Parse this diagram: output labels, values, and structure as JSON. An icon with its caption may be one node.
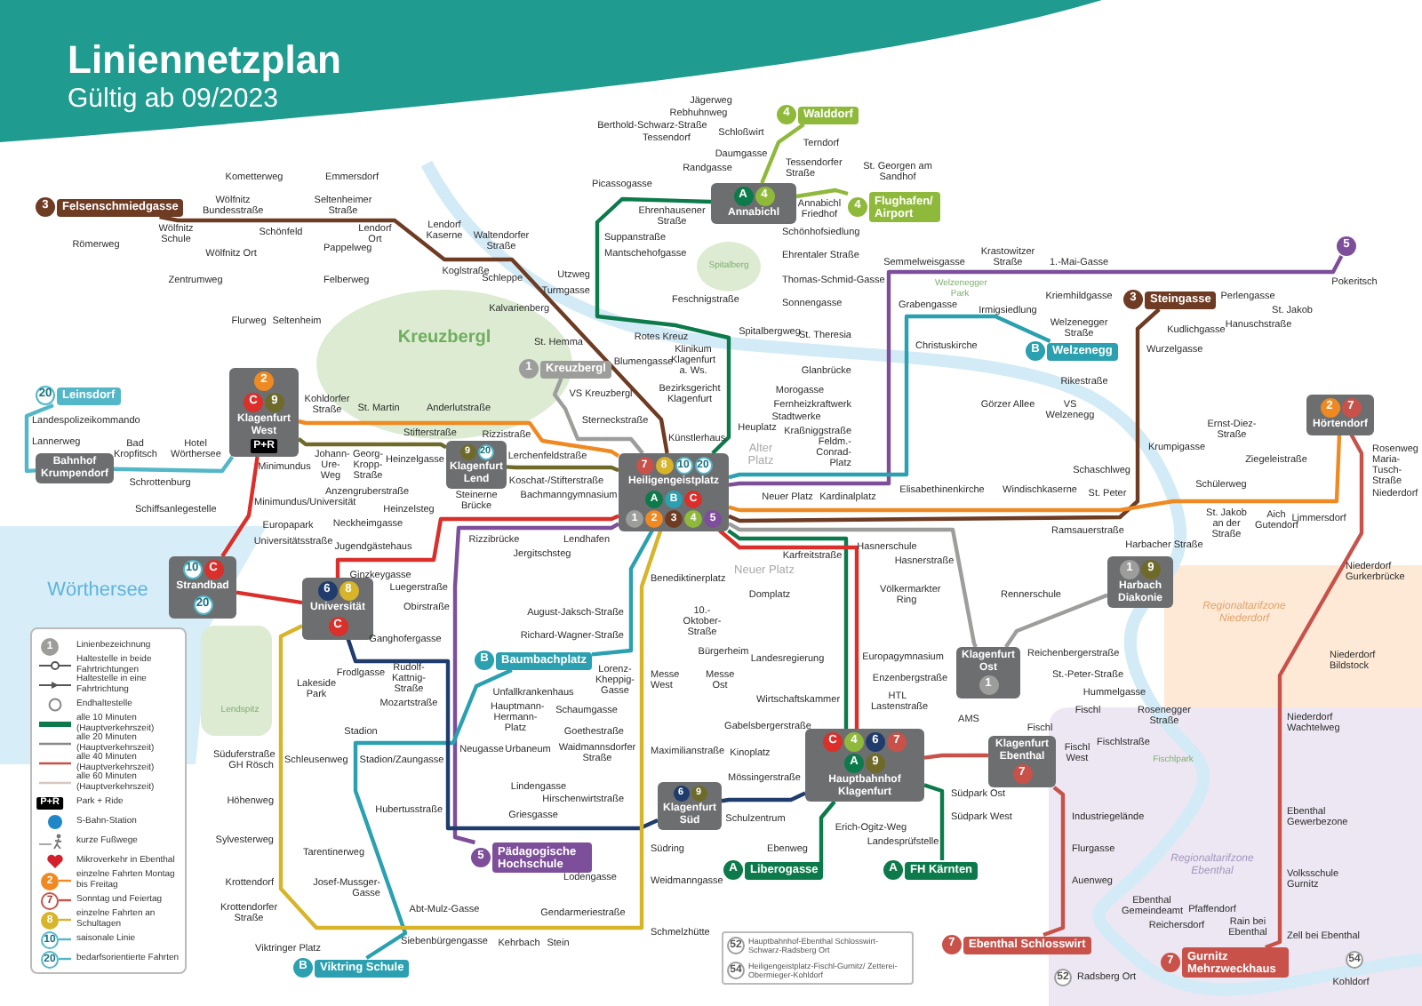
{
  "diagram": {
    "title": "Liniennetzplan",
    "nodes": [
      {
        "text": [
          "3",
          "Felsenschmiedgasse"
        ]
      },
      {
        "text": [
          "2",
          "C",
          "9",
          "Klagenfurt West",
          "P+R"
        ]
      },
      {
        "text": [
          "20",
          "Leinsdorf"
        ]
      },
      {
        "text": [
          "Bahnhof Krumpendorf"
        ]
      },
      {
        "text": [
          "1",
          "Kreuzbergl"
        ]
      },
      {
        "text": [
          "A",
          "4",
          "Annabichl"
        ]
      },
      {
        "text": [
          "4",
          "Walddorf"
        ]
      },
      {
        "text": [
          "4",
          "Flughafen/ Airport"
        ]
      },
      {
        "text": [
          "5"
        ]
      },
      {
        "text": [
          "3",
          "Steingasse"
        ]
      },
      {
        "text": [
          "B",
          "Welzenegg"
        ]
      },
      {
        "text": [
          "2",
          "7",
          "Hörtendorf"
        ]
      },
      {
        "text": [
          "7",
          "8",
          "10",
          "20",
          "Heiligengeistplatz",
          "A",
          "B",
          "C",
          "1",
          "2",
          "3",
          "4",
          "5"
        ]
      },
      {
        "text": [
          "9",
          "20",
          "Klagenfurt Lend"
        ]
      },
      {
        "text": [
          "10",
          "C",
          "Strandbad",
          "20"
        ]
      },
      {
        "text": [
          "6",
          "8",
          "Universität",
          "C"
        ]
      },
      {
        "text": [
          "B",
          "Baumbachplatz"
        ]
      },
      {
        "text": [
          "5",
          "Pädagogische Hochschule"
        ]
      },
      {
        "text": [
          "6",
          "9",
          "Klagenfurt Süd"
        ]
      },
      {
        "text": [
          "C",
          "4",
          "6",
          "7",
          "A",
          "9",
          "Hauptbahnhof Klagenfurt"
        ]
      },
      {
        "text": [
          "A",
          "Liberogasse"
        ]
      },
      {
        "text": [
          "A",
          "FH Kärnten"
        ]
      },
      {
        "text": [
          "B",
          "Viktring Schule"
        ]
      },
      {
        "text": [
          "1",
          "9",
          "Harbach Diakonie"
        ]
      },
      {
        "text": [
          "Klagenfurt Ost",
          "1"
        ]
      },
      {
        "text": [
          "Klagenfurt Ebenthal",
          "7"
        ]
      },
      {
        "text": [
          "7",
          "Ebenthal Schlosswirt"
        ]
      },
      {
        "text": [
          "7",
          "Gurnitz Mehrzweckhaus"
        ]
      }
    ],
    "edges": [
      {
        "from": 0,
        "to": 12,
        "arrow": "none",
        "color": "#6e3b23"
      },
      {
        "from": 12,
        "to": 9,
        "arrow": "none",
        "color": "#6e3b23"
      },
      {
        "from": 5,
        "to": 12,
        "arrow": "none",
        "color": "#0c7a4b"
      },
      {
        "from": 12,
        "to": 19,
        "arrow": "none",
        "color": "#0c7a4b"
      },
      {
        "from": 19,
        "to": 20,
        "arrow": "none",
        "color": "#0c7a4b"
      },
      {
        "from": 19,
        "to": 21,
        "arrow": "none",
        "color": "#0c7a4b"
      },
      {
        "from": 6,
        "to": 5,
        "arrow": "none",
        "color": "#8fb93a"
      },
      {
        "from": 7,
        "to": 5,
        "arrow": "none",
        "color": "#8fb93a"
      },
      {
        "from": 1,
        "to": 12,
        "arrow": "none",
        "color": "#ef8a22"
      },
      {
        "from": 12,
        "to": 11,
        "arrow": "none",
        "color": "#ef8a22"
      },
      {
        "from": 2,
        "to": 3,
        "arrow": "none",
        "color": "#54b7c8"
      },
      {
        "from": 3,
        "to": 1,
        "arrow": "none",
        "color": "#54b7c8"
      },
      {
        "from": 1,
        "to": 14,
        "arrow": "none",
        "color": "#da2f2a"
      },
      {
        "from": 14,
        "to": 15,
        "arrow": "none",
        "color": "#da2f2a"
      },
      {
        "from": 15,
        "to": 12,
        "arrow": "none",
        "color": "#da2f2a"
      },
      {
        "from": 12,
        "to": 19,
        "arrow": "none",
        "color": "#da2f2a"
      },
      {
        "from": 4,
        "to": 12,
        "arrow": "none",
        "color": "#9d9d9c"
      },
      {
        "from": 12,
        "to": 24,
        "arrow": "none",
        "color": "#9d9d9c"
      },
      {
        "from": 24,
        "to": 23,
        "arrow": "none",
        "color": "#9d9d9c"
      },
      {
        "from": 17,
        "to": 12,
        "arrow": "none",
        "color": "#7d4e9a"
      },
      {
        "from": 12,
        "to": 8,
        "arrow": "none",
        "color": "#7d4e9a"
      },
      {
        "from": 22,
        "to": 16,
        "arrow": "none",
        "color": "#2aa0b0"
      },
      {
        "from": 16,
        "to": 12,
        "arrow": "none",
        "color": "#2aa0b0"
      },
      {
        "from": 12,
        "to": 10,
        "arrow": "none",
        "color": "#2aa0b0"
      },
      {
        "from": 15,
        "to": 18,
        "arrow": "none",
        "color": "#1f3c6d"
      },
      {
        "from": 18,
        "to": 19,
        "arrow": "none",
        "color": "#1f3c6d"
      },
      {
        "from": 15,
        "to": 12,
        "arrow": "none",
        "color": "#d7b42a"
      },
      {
        "from": 19,
        "to": 25,
        "arrow": "none",
        "color": "#c8524a"
      },
      {
        "from": 25,
        "to": 26,
        "arrow": "none",
        "color": "#c8524a"
      },
      {
        "from": 27,
        "to": 11,
        "arrow": "none",
        "color": "#c8524a"
      },
      {
        "from": 1,
        "to": 13,
        "arrow": "none",
        "color": "#6e6b2a"
      },
      {
        "from": 13,
        "to": 12,
        "arrow": "none",
        "color": "#6e6b2a"
      }
    ],
    "labels": [
      "Gültig ab 09/2023",
      "Kometterweg",
      "Emmersdorf",
      "Wölfnitz Bundesstraße",
      "Seltenheimer Straße",
      "Römerweg",
      "Wölfnitz Schule",
      "Schönfeld",
      "Lendorf Ort",
      "Lendorf Kaserne",
      "Wölfnitz Ort",
      "Pappelweg",
      "Koglstraße",
      "Zentrumweg",
      "Felberweg",
      "Flurweg",
      "Seltenheim",
      "Waltendorfer Straße",
      "Schleppe",
      "Kalvarienberg",
      "St. Hemma",
      "Kreuzbergl",
      "Jägerweg",
      "Rebhuhnweg",
      "Berthold-Schwarz-Straße",
      "Schloßwirt",
      "Tessendorf",
      "Daumgasse",
      "Randgasse",
      "Terndorf",
      "Tessendorfer Straße",
      "St. Georgen am Sandhof",
      "Picassogasse",
      "Ehrenhausener Straße",
      "Annabichl Friedhof",
      "Schönhofsiedlung",
      "Suppanstraße",
      "Spitalberg",
      "Mantschehofgasse",
      "Ehrentaler Straße",
      "Utzweg",
      "Thomas-Schmid-Gasse",
      "Turmgasse",
      "Feschnigstraße",
      "Sonnengasse",
      "Rotes Kreuz",
      "Spitalbergweg",
      "Blumengasse",
      "Klinikum Klagenfurt a. Ws.",
      "VS Kreuzbergl",
      "Bezirksgericht Klagenfurt",
      "Morogasse",
      "Sterneckstraße",
      "Stadtwerke",
      "Heuplatz",
      "Rizzistraße",
      "Künstlerhaus",
      "Lerchenfeldstraße",
      "Alter Platz",
      "Feldm.-Conrad-Platz",
      "Semmelweisgasse",
      "Krastowitzer Straße",
      "1.-Mai-Gasse",
      "Pokeritsch",
      "Welzenegger Park",
      "Kriemhildgasse",
      "Perlengasse",
      "St. Jakob",
      "Grabengasse",
      "Irmigsiedlung",
      "Welzenegger Straße",
      "Hanuschstraße",
      "Kudlichgasse",
      "St. Theresia",
      "Christuskirche",
      "Wurzelgasse",
      "Glanbrücke",
      "Rikestraße",
      "Fernheizkraftwerk",
      "Görzer Allee",
      "VS Welzenegg",
      "Ernst-Diez-Straße",
      "Kraßniggstraße",
      "Krumpigasse",
      "Rosenweg",
      "Ziegeleistraße",
      "Schaschlweg",
      "Maria-Tusch-Straße",
      "Schülerweg",
      "Elisabethinenkirche",
      "Windischkaserne",
      "St. Peter",
      "Niederdorf",
      "Neuer Platz",
      "Kardinalplatz",
      "St. Jakob an der Straße",
      "Aich Gutendorf",
      "Limmersdorf",
      "Ramsauerstraße",
      "Neuer Platz",
      "Harbacher Straße",
      "Bachmanngymnasium",
      "Koschat-/Stifterstraße",
      "Steinerne Brücke",
      "Rizzibrücke",
      "Jergitschsteg",
      "Lendhafen",
      "Universitätsstraße",
      "Jugendgästehaus",
      "Ginzkeygasse",
      "Luegerstraße",
      "Wörthersee",
      "Obirstraße",
      "Benediktinerplatz",
      "Domplatz",
      "Völkermarkter Ring",
      "August-Jaksch-Straße",
      "10.-Oktober-Straße",
      "Richard-Wagner-Straße",
      "Ganghofergasse",
      "Bürgerheim",
      "Europagymnasium",
      "Landesregierung",
      "Frodlgasse",
      "Lorenz-Kheppig-Gasse",
      "Messe West",
      "Messe Ost",
      "Rudolf-Kattnig-Straße",
      "Enzenbergstraße",
      "Lakeside Park",
      "Lendspitz",
      "Unfallkrankenhaus",
      "Mozartstraße",
      "Wirtschaftskammer",
      "HTL Lastenstraße",
      "Schaumgasse",
      "Hauptmann-Hermann-Platz",
      "Gabelsbergerstraße",
      "Goethestraße",
      "Stadion",
      "Neugasse",
      "Urbaneum",
      "Waidmannsdorfer Straße",
      "Maximilianstraße",
      "Kinoplatz",
      "Süduferstraße GH Rösch",
      "Schleusenweg",
      "Stadion/Zaungasse",
      "Lindengasse",
      "Mössingerstraße",
      "Höhenweg",
      "Hirschenwirtstraße",
      "Hubertusstraße",
      "Schulzentrum",
      "Griesgasse",
      "Erich-Ogitz-Weg",
      "Landesprüfstelle",
      "Sylvesterweg",
      "Südring",
      "Ebenweg",
      "Tarentinerweg",
      "Lodengasse",
      "Weidmanngasse",
      "Krottendorf",
      "Josef-Mussger-Gasse",
      "Abt-Mulz-Gasse",
      "Krottendorfer Straße",
      "Gendarmeriestraße",
      "Schmelzhütte",
      "Siebenbürgengasse",
      "Kehrbach",
      "Stein",
      "Viktringer Platz",
      "Rennerschule",
      "Regionaltarifzone Niederdorf",
      "Niederdorf Gurkerbrücke",
      "Reichenbergerstraße",
      "Niederdorf Bildstock",
      "St.-Peter-Straße",
      "Hummelgasse",
      "AMS",
      "Fischl",
      "Rosenegger Straße",
      "Niederdorf Wachtelweg",
      "Fischl",
      "Fischlstraße",
      "Fischlpark",
      "Fischl West",
      "Südpark Ost",
      "Südpark West",
      "Industriegelände",
      "Ebenthal Gewerbezone",
      "Flurgasse",
      "Regionaltarifzone Ebenthal",
      "Volksschule Gurnitz",
      "Auenweg",
      "Ebenthal Gemeindeamt",
      "Pfaffendorf",
      "Reichersdorf",
      "Rain bei Ebenthal",
      "Zell bei Ebenthal",
      "52",
      "Radsberg Ort",
      "54",
      "Kohldorf",
      "52",
      "Hauptbahnhof-Ebenthal Schlosswirt-Schwarz-Radsberg Ort",
      "54",
      "Heiligengeistplatz-Fischl-Gurnitz/ Zetterei-Obermieger-Kohldorf",
      "1",
      "P+R",
      "2",
      "7",
      "8",
      "10",
      "20",
      "Landespolizeikommando",
      "Lannerweg",
      "Bad Kropfitsch",
      "Hotel Wörthersee",
      "Schrottenburg",
      "Kohldorfer Straße",
      "St. Martin",
      "Anderlutstraße",
      "Stifterstraße",
      "Minimundus",
      "Johann-Ure-Weg",
      "Georg-Kropp-Straße",
      "Heinzelgasse",
      "Anzengruberstraße",
      "Minimundus/Universität",
      "Heinzelsteg",
      "Schiffsanlegestelle",
      "Europapark",
      "Neckheimgasse",
      "Karfreitstraße",
      "Hasnerschule",
      "Hasnerstraße"
    ],
    "legend": [
      {
        "text": "Linienbezeichnung"
      },
      {
        "text": "Haltestelle in beide Fahrtrichtungen"
      },
      {
        "text": "Haltestelle in eine Fahrtrichtung"
      },
      {
        "text": "Endhaltestelle"
      },
      {
        "text": "alle 10 Minuten (Hauptverkehrszeit)"
      },
      {
        "text": "alle 20 Minuten (Hauptverkehrszeit)"
      },
      {
        "text": "alle 40 Minuten (Hauptverkehrszeit)"
      },
      {
        "text": "alle 60 Minuten (Hauptverkehrszeit)"
      },
      {
        "text": "Park + Ride"
      },
      {
        "text": "S-Bahn-Station"
      },
      {
        "text": "kurze Fußwege"
      },
      {
        "text": "Mikroverkehr in Ebenthal"
      },
      {
        "text": "einzelne Fahrten Montag bis Freitag"
      },
      {
        "text": "Sonntag und Feiertag"
      },
      {
        "text": "einzelne Fahrten an Schultagen"
      },
      {
        "text": "saisonale Linie"
      },
      {
        "text": "bedarfsorientierte Fahrten"
      }
    ]
  }
}
